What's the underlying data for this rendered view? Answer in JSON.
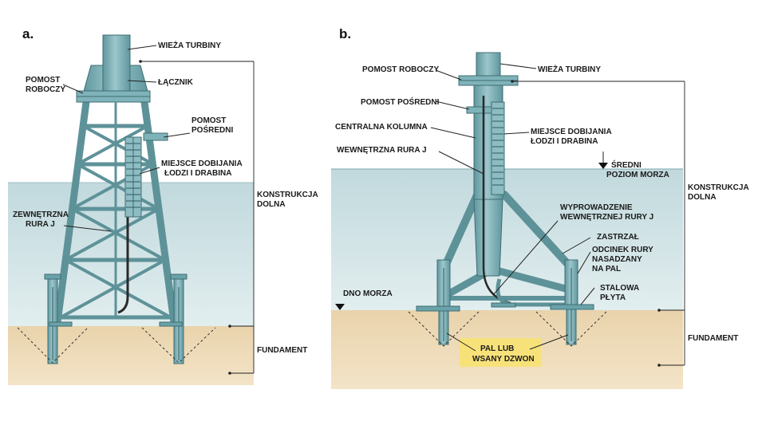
{
  "panel_a": {
    "letter": "a.",
    "labels": {
      "wieza_turbiny": "WIEŻA TURBINY",
      "pomost_roboczy_1": "POMOST",
      "pomost_roboczy_2": "ROBOCZY",
      "lacznik": "ŁĄCZNIK",
      "pomost_posredni_1": "POMOST",
      "pomost_posredni_2": "POŚREDNI",
      "miejsce_dobijania_1": "MIEJSCE DOBIJANIA",
      "miejsce_dobijania_2": "ŁODZI I DRABINA",
      "konstrukcja_1": "KONSTRUKCJA",
      "konstrukcja_2": "DOLNA",
      "zewnetrzna_1": "ZEWNĘTRZNA",
      "zewnetrzna_2": "RURA  J",
      "fundament": "FUNDAMENT"
    }
  },
  "panel_b": {
    "letter": "b.",
    "labels": {
      "pomost_roboczy": "POMOST ROBOCZY",
      "wieza_turbiny": "WIEŻA TURBINY",
      "pomost_posredni": "POMOST POŚREDNI",
      "centralna_kolumna": "CENTRALNA KOLUMNA",
      "miejsce_dobijania_1": "MIEJSCE DOBIJANIA",
      "miejsce_dobijania_2": "ŁODZI I DRABINA",
      "wewnetrzna_rura": "WEWNĘTRZNA RURA  J",
      "sredni_1": "ŚREDNI",
      "sredni_2": "POZIOM MORZA",
      "konstrukcja_1": "KONSTRUKCJA",
      "konstrukcja_2": "DOLNA",
      "wyprowadzenie_1": "WYPROWADZENIE",
      "wyprowadzenie_2": "WEWNĘTRZNEJ RURY J",
      "zastrzal": "ZASTRZAŁ",
      "odcinek_1": "ODCINEK RURY",
      "odcinek_2": "NASADZANY",
      "odcinek_3": "NA  PAL",
      "dno_morza": "DNO MORZA",
      "stalowa_1": "STALOWA",
      "stalowa_2": "PŁYTA",
      "fundament": "FUNDAMENT",
      "pal_1": "PAL LUB",
      "pal_2": "WSANY DZWON"
    }
  },
  "colors": {
    "water_top": "#c6dce0",
    "water_bottom": "#dfeced",
    "seabed": "#eed9b4",
    "steel": "#7fb3ba",
    "steel_outline": "#3f6d73",
    "pile_label_bg": "#f7e27a"
  }
}
